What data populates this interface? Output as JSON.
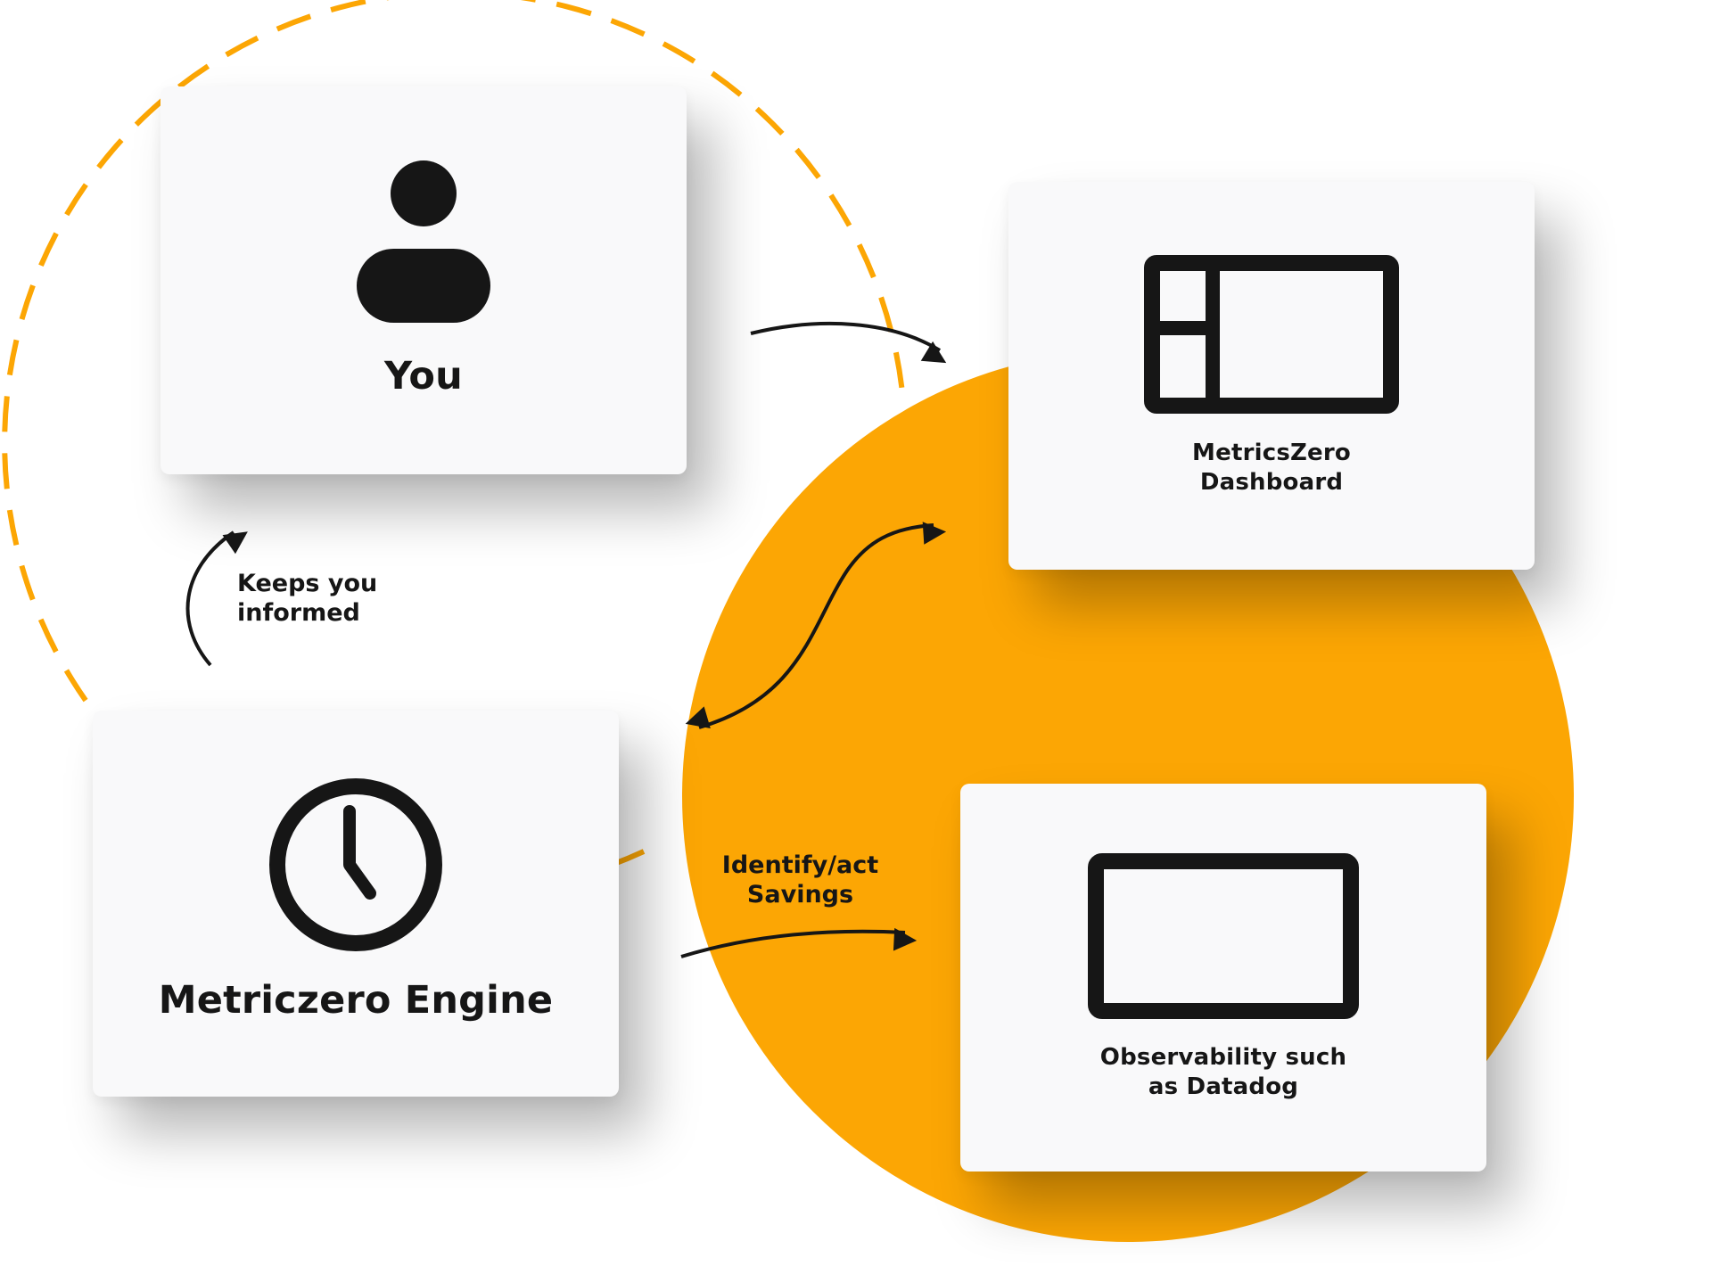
{
  "colors": {
    "accent": "#fca604",
    "ink": "#161616",
    "card": "#f9f9fa"
  },
  "nodes": {
    "you": {
      "label": "You",
      "icon": "user-icon"
    },
    "dashboard": {
      "label": "MetricsZero\nDashboard",
      "icon": "dashboard-layout-icon"
    },
    "engine": {
      "label": "Metriczero Engine",
      "icon": "clock-icon"
    },
    "observability": {
      "label": "Observability such\nas Datadog",
      "icon": "monitor-icon"
    }
  },
  "edges": {
    "engine_to_you": {
      "label": "Keeps you\ninformed"
    },
    "engine_to_observability": {
      "label": "Identify/act\nSavings"
    }
  }
}
